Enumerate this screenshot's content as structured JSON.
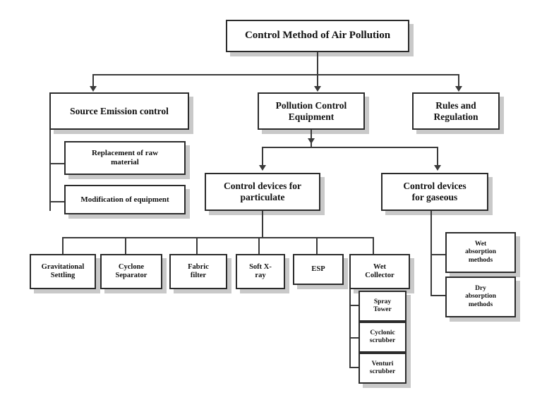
{
  "diagram": {
    "title": "Control Method of Air Pollution",
    "root": {
      "label": "Control Method of Air Pollution"
    },
    "level1": [
      {
        "label": "Source Emission control"
      },
      {
        "label": "Pollution Control\nEquipment"
      },
      {
        "label": "Rules and\nRegulation"
      }
    ],
    "source_emission_children": [
      {
        "label": "Replacement of raw\nmaterial"
      },
      {
        "label": "Modification of equipment"
      }
    ],
    "pollution_control_children": [
      {
        "label": "Control devices for\nparticulate"
      },
      {
        "label": "Control devices\nfor gaseous"
      }
    ],
    "particulate_devices": [
      {
        "label": "Gravitational\nSettling"
      },
      {
        "label": "Cyclone\nSeparator"
      },
      {
        "label": "Fabric\nfilter"
      },
      {
        "label": "Soft X-\nray"
      },
      {
        "label": "ESP"
      },
      {
        "label": "Wet\nCollector"
      }
    ],
    "wet_collector_children": [
      {
        "label": "Spray\nTower"
      },
      {
        "label": "Cyclonic\nscrubber"
      },
      {
        "label": "Venturi\nscrubber"
      }
    ],
    "gaseous_devices": [
      {
        "label": "Wet\nabsorption\nmethods"
      },
      {
        "label": "Dry\nabsorption\nmethods"
      }
    ],
    "colors": {
      "background": "#ffffff",
      "box_fill": "#ffffff",
      "box_border": "#2b2b2b",
      "connector": "#3a3a3a",
      "shadow": "#c9c9c9",
      "text": "#111111"
    }
  }
}
